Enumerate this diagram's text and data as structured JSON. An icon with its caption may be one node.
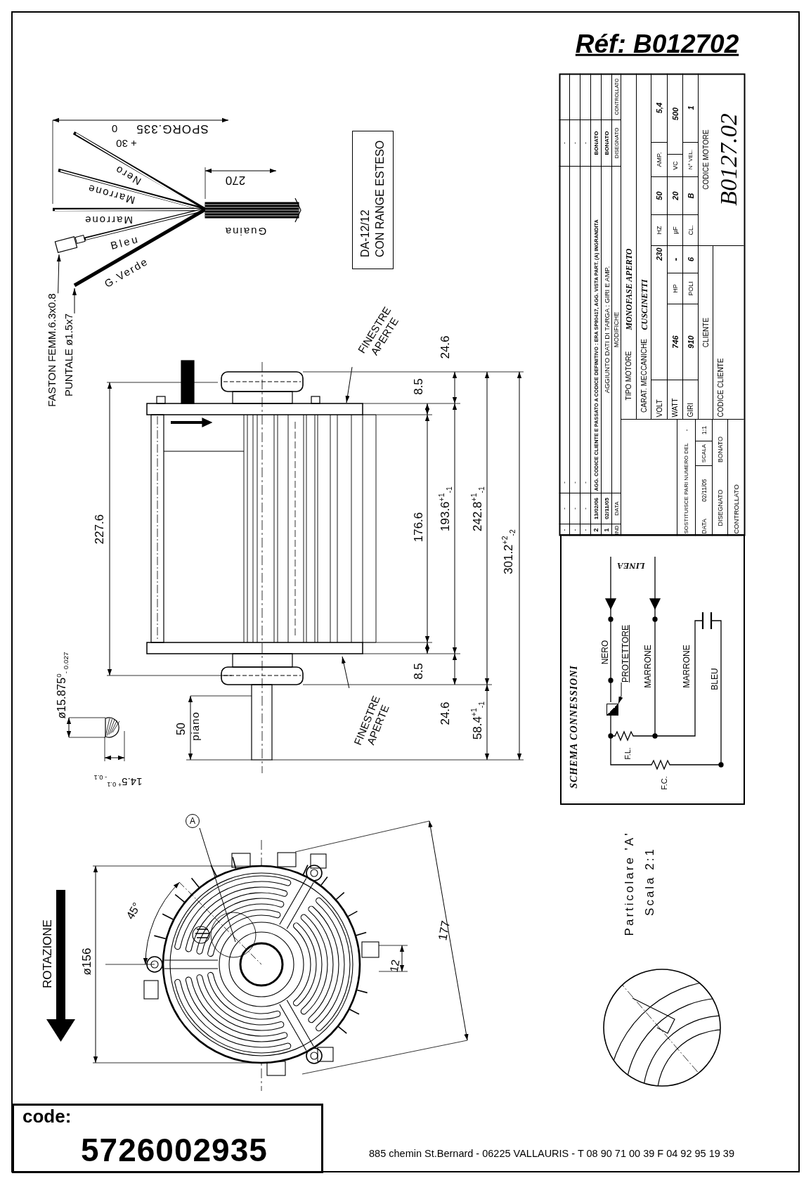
{
  "diagram": {
    "nodes": [
      {
        "text": [
          "FASTON FEMM.6.3x0.8"
        ]
      },
      {
        "text": [
          "PUNTALE ø1.5x7"
        ]
      },
      {
        "text": [
          "DA-12/12",
          "CON RANGE ESTESO"
        ]
      },
      {
        "text": [
          "FINESTRE APERTE"
        ]
      },
      {
        "text": [
          "FINESTRE APERTE"
        ]
      },
      {
        "text": [
          "A"
        ]
      },
      {
        "text": [
          "SCHEMA CONNESSIONI"
        ]
      },
      {
        "text": [
          "PROTETTORE"
        ],
        "in": 6
      },
      {
        "text": [
          "code:",
          "5726002935"
        ]
      },
      {
        "text": [],
        "shape": "box",
        "in": 6
      }
    ],
    "edges": [
      {
        "from": 0,
        "to": null,
        "arrow": "to"
      },
      {
        "from": 1,
        "to": null,
        "arrow": "to"
      },
      {
        "from": 3,
        "to": null,
        "arrow": "to"
      },
      {
        "from": 4,
        "to": null,
        "arrow": "to"
      },
      {
        "from": 5,
        "to": null,
        "arrow": "none"
      },
      {
        "from": 7,
        "to": 9,
        "arrow": "to"
      }
    ],
    "labels": [
      "Réf: B012702",
      "0",
      "SPORG.335",
      "+ 30",
      "270",
      "Nero",
      "Marrone",
      "Marrone",
      "Guaina",
      "Bleu",
      "G.Verde",
      "24.6",
      "8.5",
      "227.6",
      "176.6",
      "193.6$^{+1}$$_{-1}$",
      "242.8$^{+1}$$_{-1}$",
      "301.2$^{+2}$$_{-2}$",
      "8.5",
      "24.6",
      "58.4$^{+1}$$_{-1}$",
      "ø15.875$^{0}$$_{- 0.027}$",
      "50",
      "piano",
      "14.5$^{+ 0.1}$$_{- 0.1}$",
      "-",
      "-",
      "-",
      "-",
      "-",
      "-",
      "-",
      "-",
      "-",
      "-",
      "-",
      "-",
      "2",
      "13/02/06",
      "AGG. CODICE CLIENTE E PASSATO A CODICE DEFINITIVO : ERA SP80417, AGG. VISTA PART. (A) INGRANDITA",
      "BONATO",
      "1",
      "02/11/05",
      "AGGIUNTO DATI DI TARGA : GIRI E AMP.",
      "BONATO",
      "IND",
      "DATA",
      "MODIFICHE",
      "DISEGNATO",
      "CONTROLLATO",
      "TIPO MOTORE",
      "MONOFASE APERTO",
      "CARAT. MECCANICHE",
      "CUSCINETTI",
      "VOLT",
      "230",
      "HZ",
      "50",
      "AMP.",
      "5,4",
      "WATT",
      "746",
      "HP",
      "-",
      "µF",
      "20",
      "VC",
      "500",
      "GIRI",
      "910",
      "POLI",
      "6",
      "CL.",
      "B",
      "N° VEL.",
      "1",
      "CLIENTE",
      "CODICE MOTORE",
      "CODICE CLIENTE",
      "B0127.02",
      "SOSTITUISCE PARI NUMERO DEL",
      "-",
      "DATA",
      "02/11/05",
      "SCALA",
      "1:1",
      "DISEGNATO",
      "BONATO",
      "CONTROLLATO",
      "LINEA",
      "NERO",
      "MARRONE",
      "MARRONE",
      "BLEU",
      "F.L.",
      "F.C.",
      "45°",
      "ø156",
      "12",
      "177",
      "ROTAZIONE",
      "Particolare 'A'",
      "Scala 2:1",
      "885 chemin St.Bernard  -  06225 VALLAURIS  -  T 08 90 71 00 39  F 04 92 95 19 39"
    ]
  }
}
